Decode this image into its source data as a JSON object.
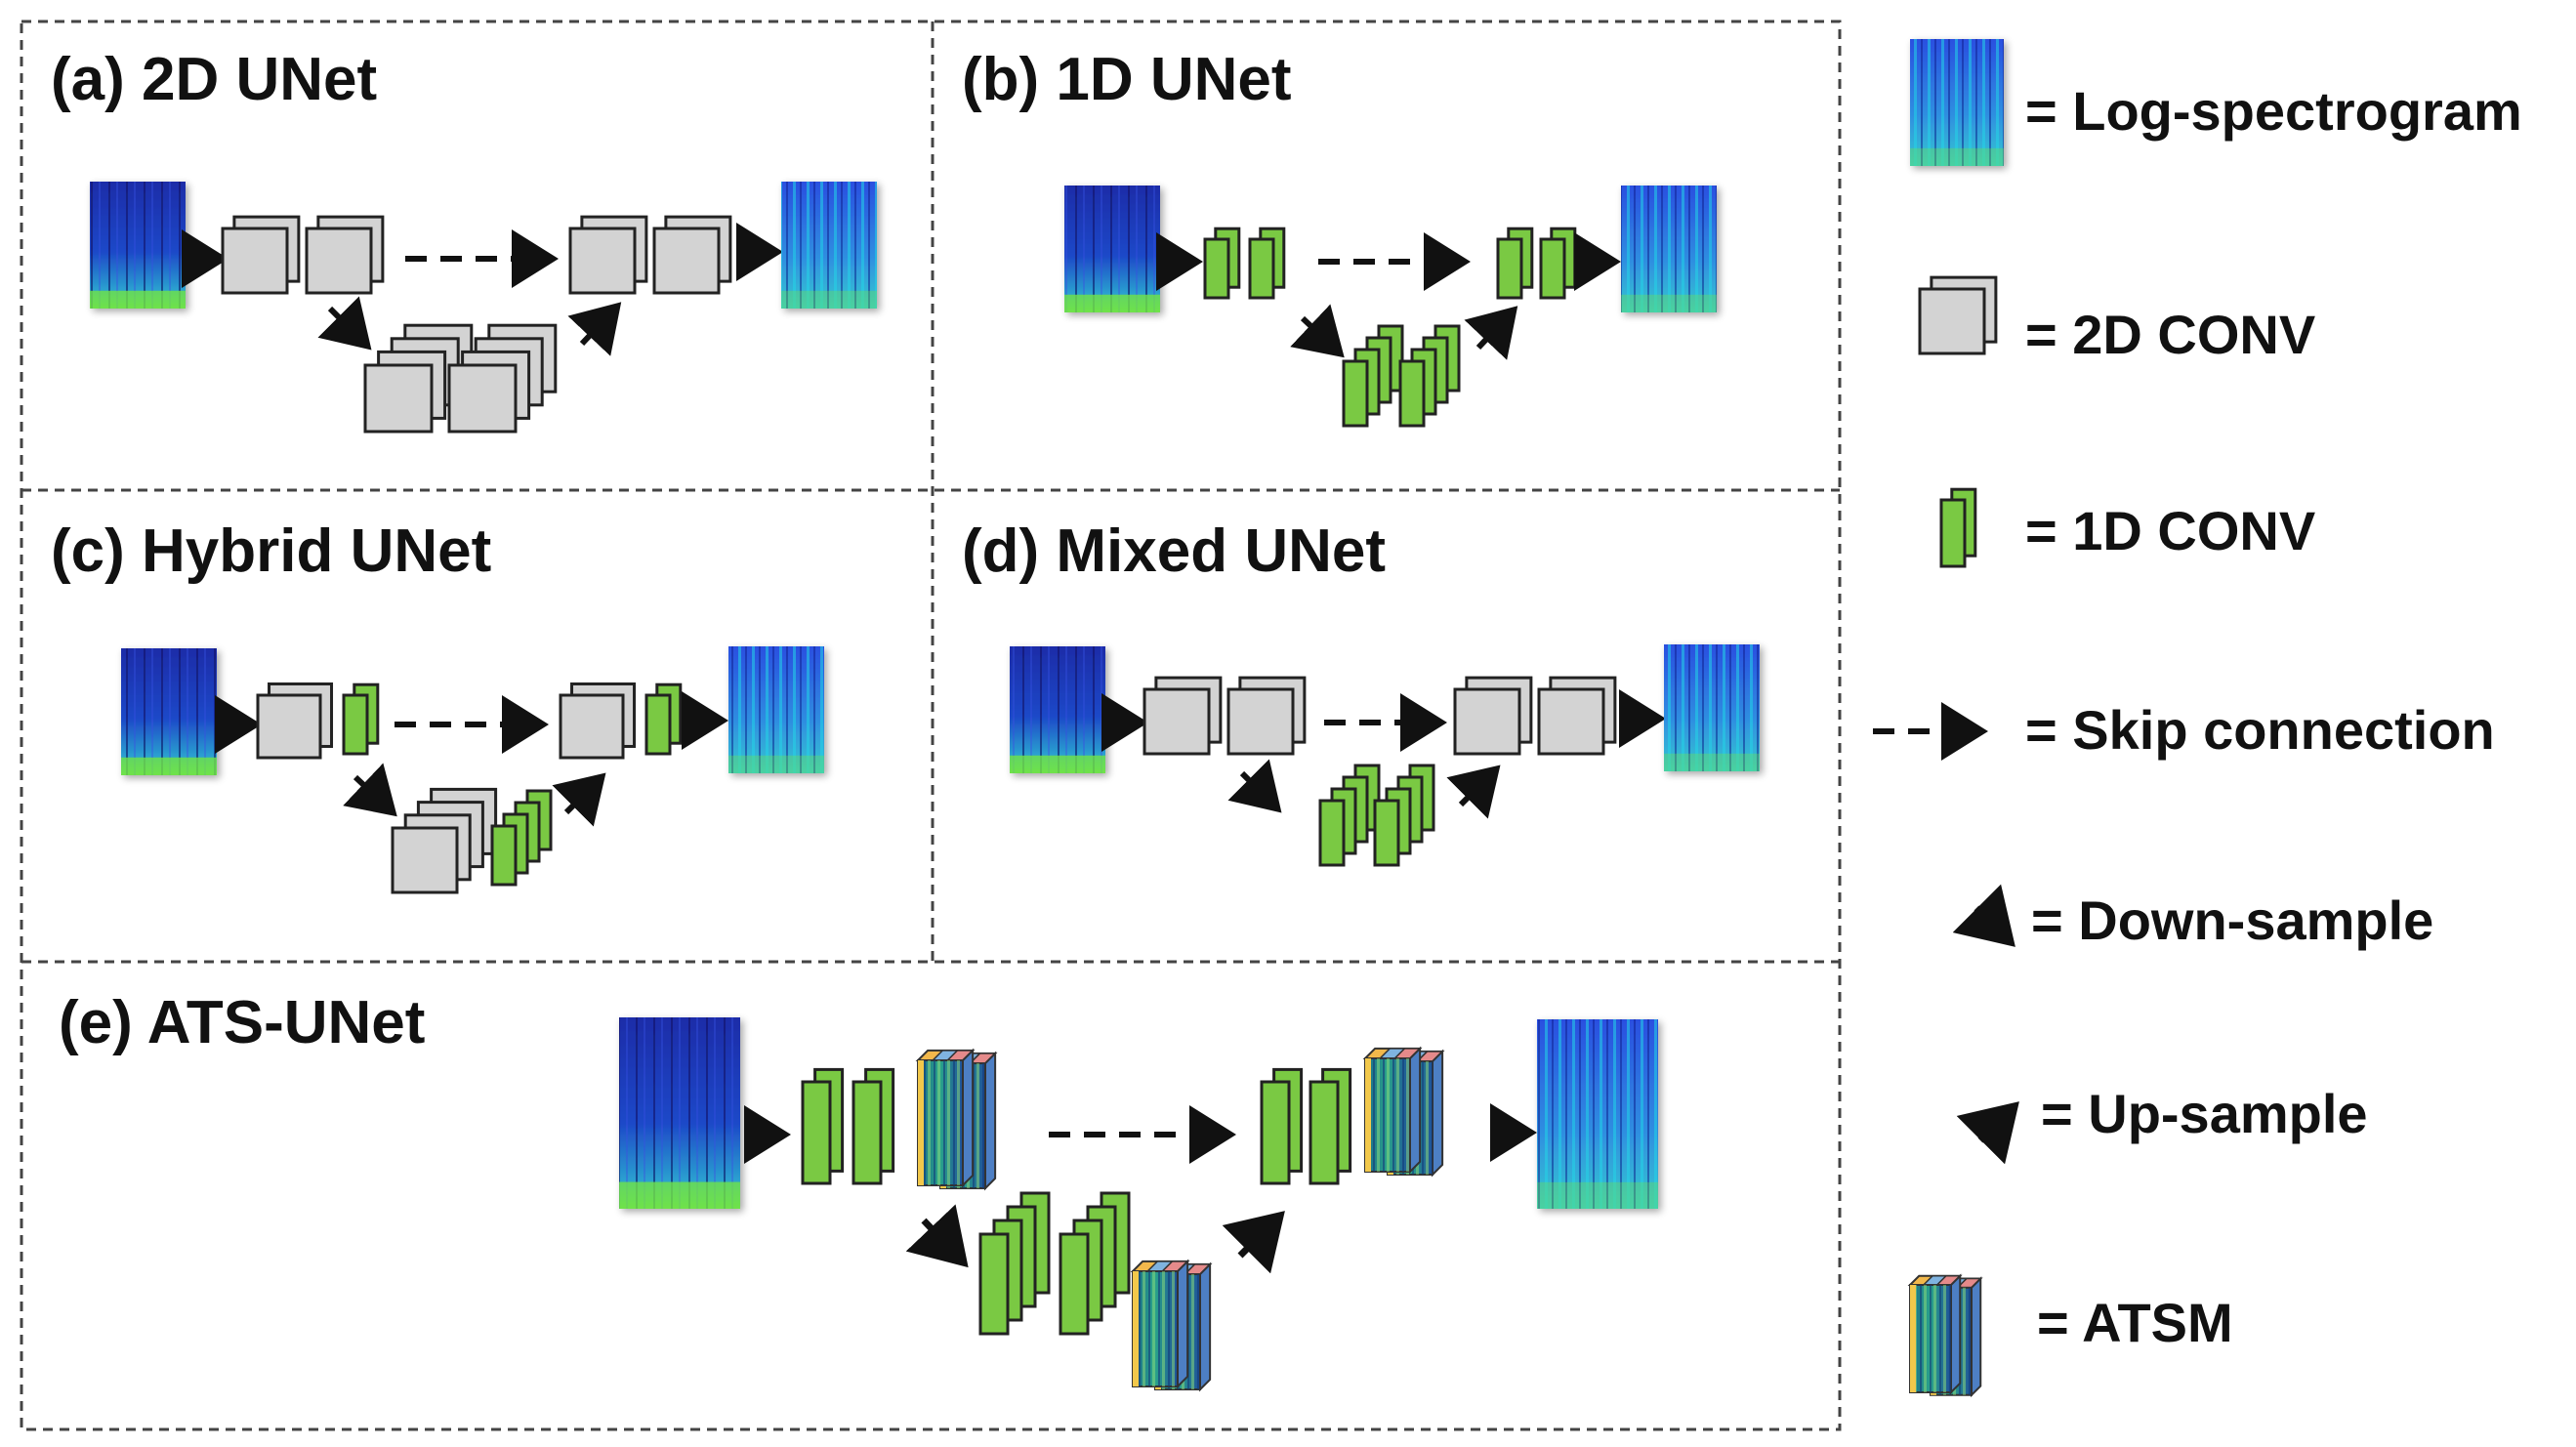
{
  "panels": {
    "a": {
      "title": "(a) 2D UNet"
    },
    "b": {
      "title": "(b) 1D UNet"
    },
    "c": {
      "title": "(c) Hybrid UNet"
    },
    "d": {
      "title": "(d) Mixed UNet"
    },
    "e": {
      "title": "(e) ATS-UNet"
    }
  },
  "legend": {
    "log_spectrogram": "= Log-spectrogram",
    "conv2d": "= 2D CONV",
    "conv1d": "= 1D CONV",
    "skip": "= Skip connection",
    "down": "= Down-sample",
    "up": "= Up-sample",
    "atsm": "= ATSM"
  },
  "colors": {
    "conv2d_fill": "#d3d3d3",
    "conv1d_fill": "#7ac943",
    "spectrogram_dark": "#1a2fa8",
    "spectrogram_light": "#27c8d8",
    "spectrogram_low": "#6fe24a",
    "border_dash": "#444444",
    "arrow": "#111111"
  }
}
